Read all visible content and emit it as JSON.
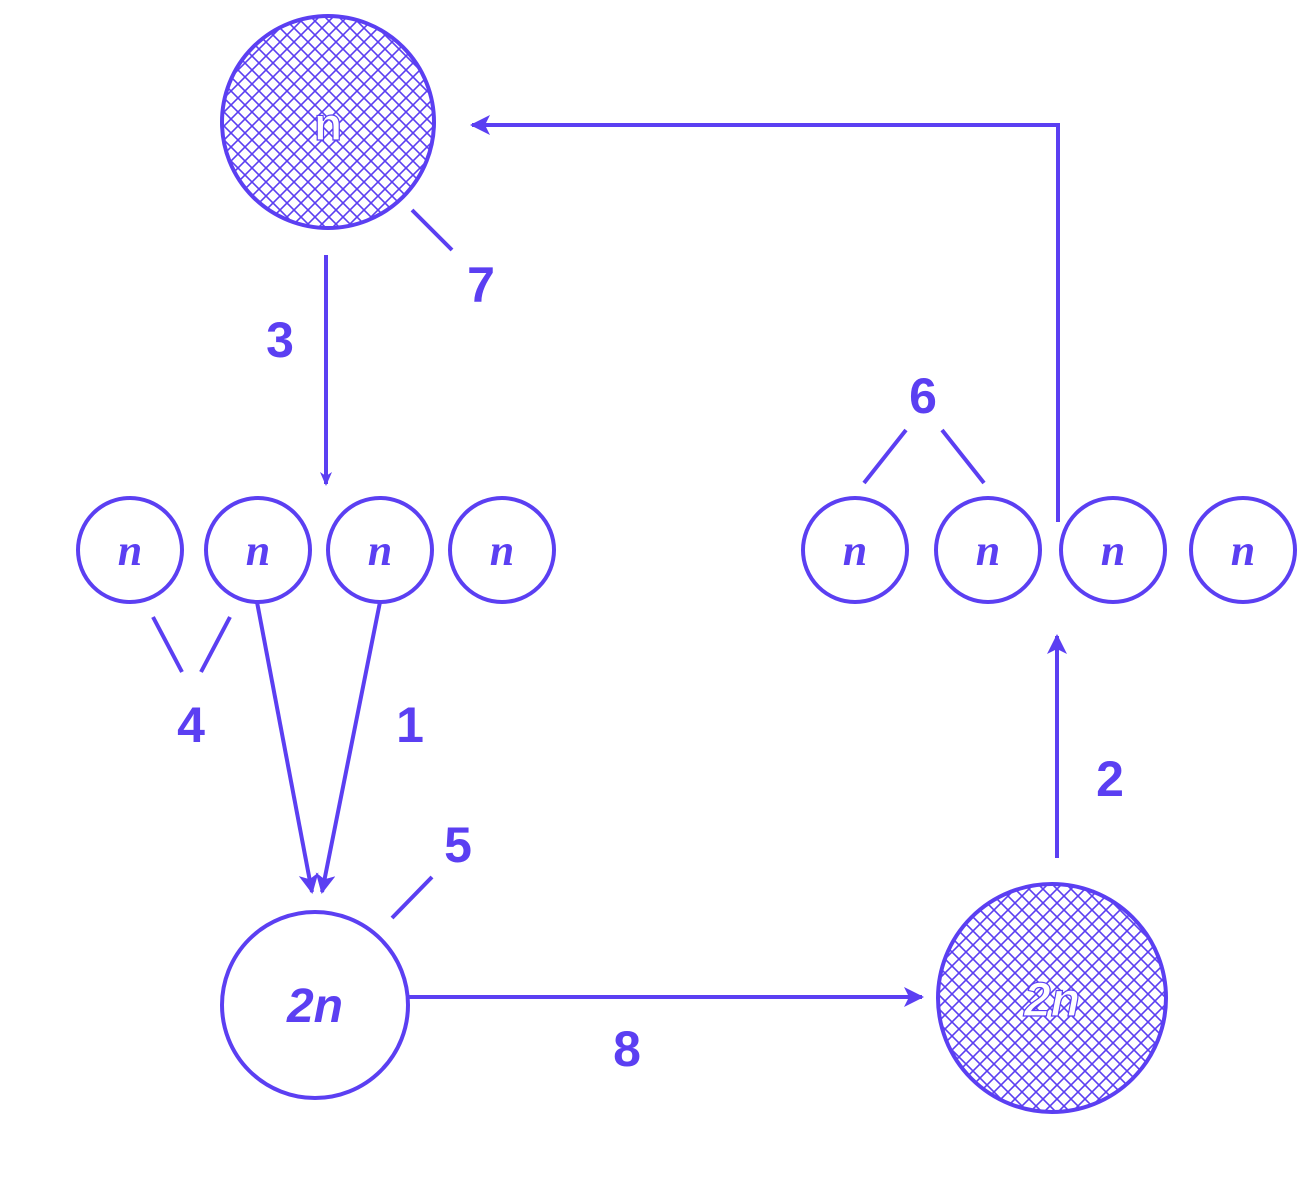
{
  "nodes": {
    "top_cell": {
      "text": "n",
      "hatched": true
    },
    "left_group": [
      {
        "text": "n"
      },
      {
        "text": "n"
      },
      {
        "text": "n"
      },
      {
        "text": "n"
      }
    ],
    "right_group": [
      {
        "text": "n"
      },
      {
        "text": "n"
      },
      {
        "text": "n"
      },
      {
        "text": "n"
      }
    ],
    "zygote": {
      "text": "2n",
      "hatched": false
    },
    "mature_cell": {
      "text": "2n",
      "hatched": true
    }
  },
  "labels": {
    "l1": "1",
    "l2": "2",
    "l3": "3",
    "l4": "4",
    "l5": "5",
    "l6": "6",
    "l7": "7",
    "l8": "8"
  },
  "colors": {
    "ink": "#5b3ff2",
    "background": "#ffffff"
  }
}
